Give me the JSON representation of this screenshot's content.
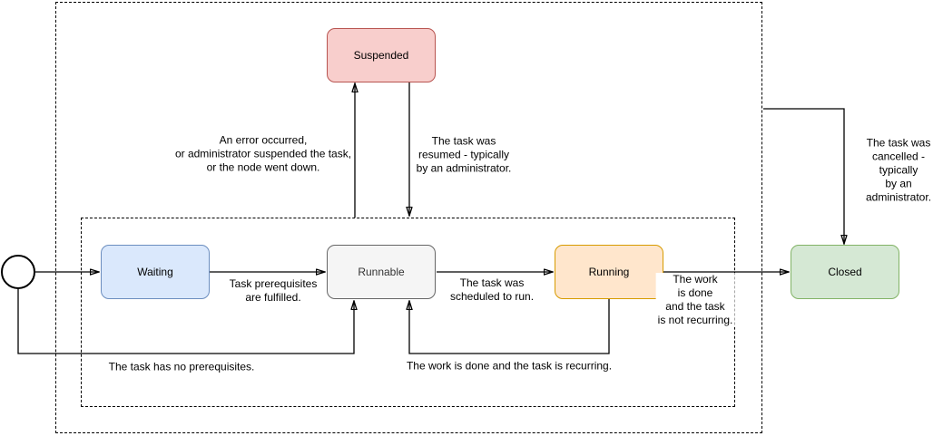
{
  "diagram": {
    "type": "state-diagram",
    "nodes": {
      "start": {
        "shape": "circle"
      },
      "waiting": {
        "label": "Waiting",
        "fill": "#dae8fc",
        "stroke": "#6c8ebf",
        "text": "#000000"
      },
      "runnable": {
        "label": "Runnable",
        "fill": "#f5f5f5",
        "stroke": "#666666",
        "text": "#333333"
      },
      "running": {
        "label": "Running",
        "fill": "#ffe6cc",
        "stroke": "#d79b00",
        "text": "#000000"
      },
      "suspended": {
        "label": "Suspended",
        "fill": "#f8cecc",
        "stroke": "#b85450",
        "text": "#000000"
      },
      "closed": {
        "label": "Closed",
        "fill": "#d5e8d4",
        "stroke": "#82b366",
        "text": "#000000"
      }
    },
    "edge_labels": {
      "task_prerequisites": "Task prerequisites\nare fulfilled.",
      "scheduled": "The task was\nscheduled to run.",
      "work_done_not_recurring": "The work\nis done\nand the task\nis not recurring.",
      "no_prerequisites": "The task has no prerequisites.",
      "work_done_recurring": "The work is done and the task is recurring.",
      "error_or_suspended": "An error occurred,\nor administrator suspended the task,\nor the node went down.",
      "resumed": "The task was\nresumed - typically\nby an administrator.",
      "cancelled": "The task was\ncancelled - typically\nby an administrator."
    },
    "line_color": "#000000"
  }
}
